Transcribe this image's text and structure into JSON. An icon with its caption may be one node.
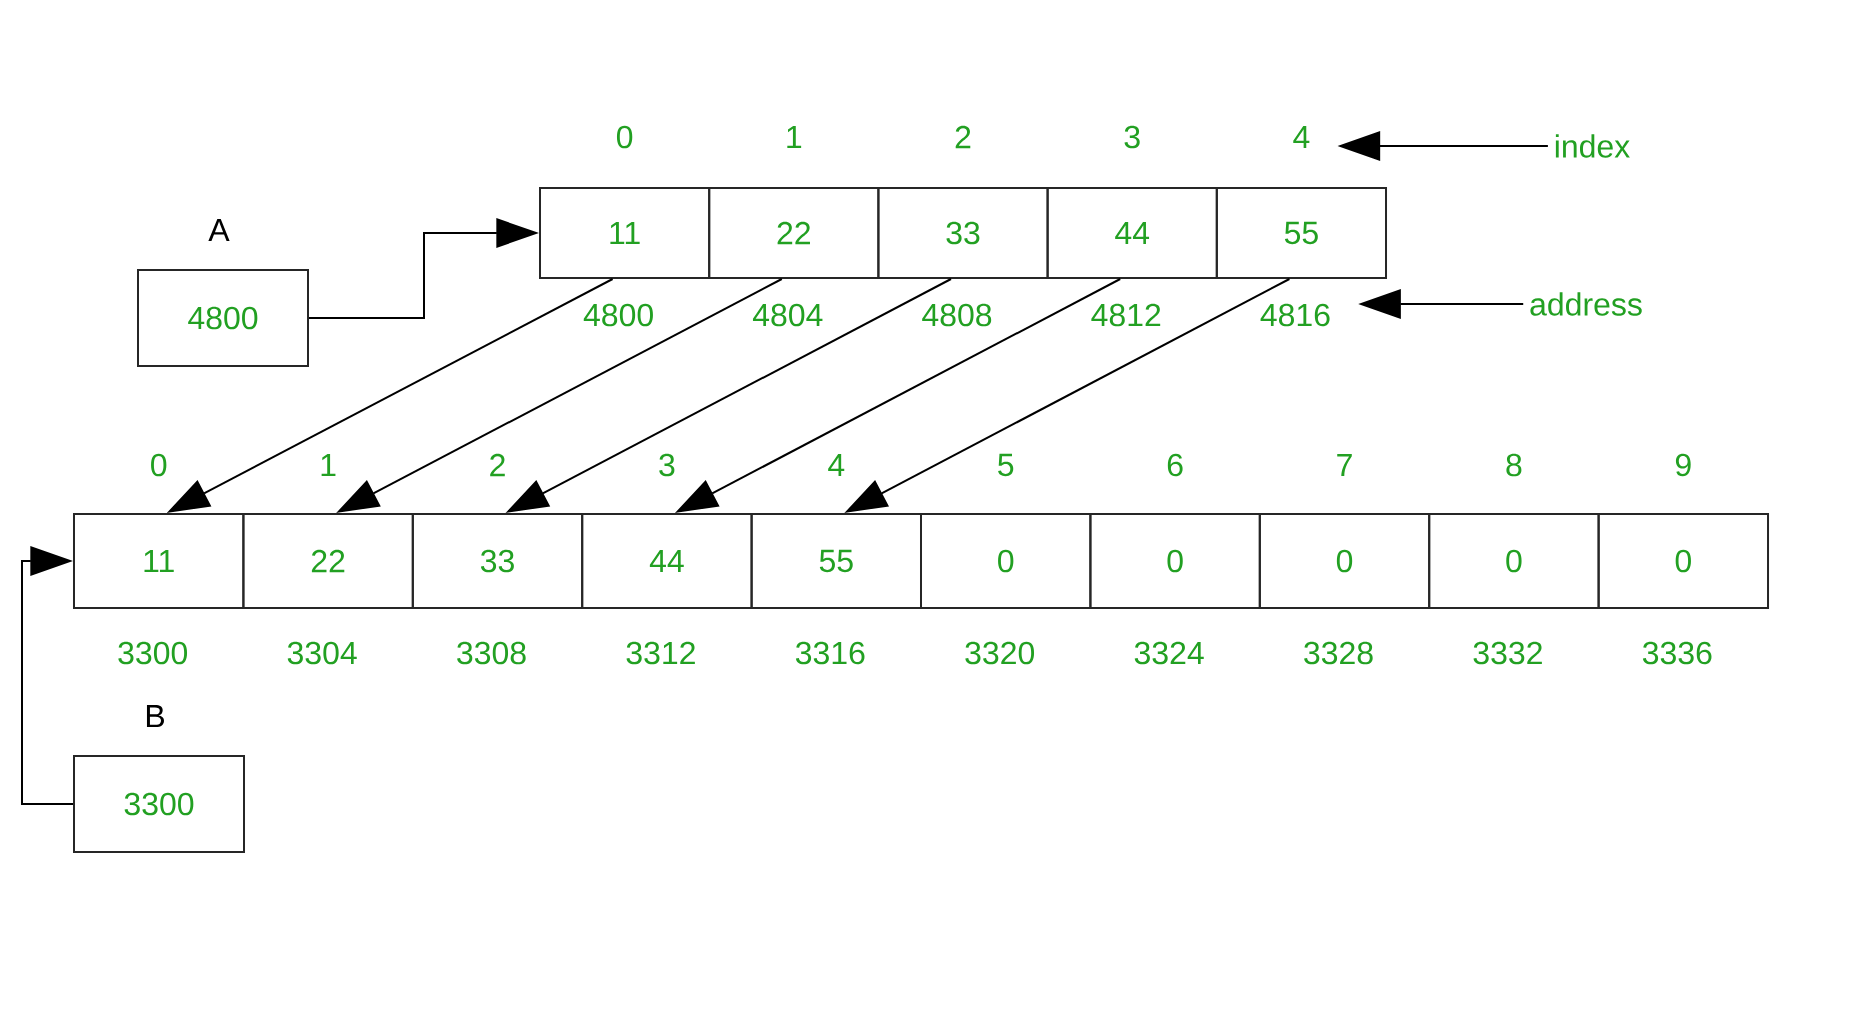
{
  "diagram": {
    "nodes": [
      {
        "text": [
          "A",
          "4800"
        ]
      },
      {
        "text": [
          "11"
        ],
        "beside": [
          "0",
          "4800"
        ]
      },
      {
        "text": [
          "22"
        ],
        "beside": [
          "1",
          "4804"
        ]
      },
      {
        "text": [
          "33"
        ],
        "beside": [
          "2",
          "4808"
        ]
      },
      {
        "text": [
          "44"
        ],
        "beside": [
          "3",
          "4812"
        ]
      },
      {
        "text": [
          "55"
        ],
        "beside": [
          "4",
          "4816"
        ]
      },
      {
        "text": [
          "index"
        ]
      },
      {
        "text": [
          "address"
        ]
      },
      {
        "text": [
          "11"
        ],
        "beside": [
          "0",
          "3300"
        ]
      },
      {
        "text": [
          "22"
        ],
        "beside": [
          "1",
          "3304"
        ]
      },
      {
        "text": [
          "33"
        ],
        "beside": [
          "2",
          "3308"
        ]
      },
      {
        "text": [
          "44"
        ],
        "beside": [
          "3",
          "3312"
        ]
      },
      {
        "text": [
          "55"
        ],
        "beside": [
          "4",
          "3316"
        ]
      },
      {
        "text": [
          "0"
        ],
        "beside": [
          "5",
          "3320"
        ]
      },
      {
        "text": [
          "0"
        ],
        "beside": [
          "6",
          "3324"
        ]
      },
      {
        "text": [
          "0"
        ],
        "beside": [
          "7",
          "3328"
        ]
      },
      {
        "text": [
          "0"
        ],
        "beside": [
          "8",
          "3332"
        ]
      },
      {
        "text": [
          "0"
        ],
        "beside": [
          "9",
          "3336"
        ]
      },
      {
        "text": [
          "B",
          "3300"
        ]
      }
    ],
    "edges": [
      {
        "from": 0,
        "to": 1,
        "arrow": "to"
      },
      {
        "from": 1,
        "to": 8,
        "arrow": "to"
      },
      {
        "from": 2,
        "to": 9,
        "arrow": "to"
      },
      {
        "from": 3,
        "to": 10,
        "arrow": "to"
      },
      {
        "from": 4,
        "to": 11,
        "arrow": "to"
      },
      {
        "from": 5,
        "to": 12,
        "arrow": "to"
      },
      {
        "from": 18,
        "to": 8,
        "arrow": "to"
      },
      {
        "from": 6,
        "to": 5,
        "arrow": "to"
      },
      {
        "from": 7,
        "to": 5,
        "arrow": "to"
      }
    ]
  }
}
